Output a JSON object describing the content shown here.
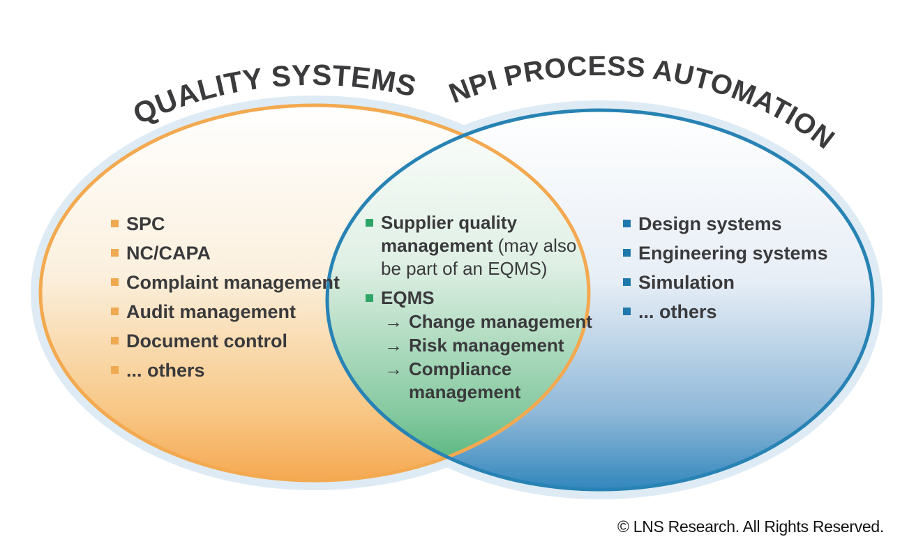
{
  "titles": {
    "left": "QUALITY SYSTEMS",
    "right": "NPI PROCESS AUTOMATION"
  },
  "left_list": {
    "items": [
      "SPC",
      "NC/CAPA",
      "Complaint management",
      "Audit management",
      "Document control",
      "... others"
    ]
  },
  "center_list": {
    "item1_lines": [
      {
        "bold": "Supplier quality",
        "normal": ""
      },
      {
        "bold": "management",
        "normal": " (may also"
      },
      {
        "bold": "",
        "normal": "be part of an EQMS)"
      }
    ],
    "item2": "EQMS",
    "arrow": "→",
    "subitems": [
      [
        "Change management"
      ],
      [
        "Risk management"
      ],
      [
        "Compliance",
        "management"
      ]
    ]
  },
  "right_list": {
    "items": [
      "Design systems",
      "Engineering systems",
      "Simulation",
      "... others"
    ]
  },
  "footer": {
    "text": "© LNS Research. All Rights Reserved."
  },
  "colors": {
    "title": "#3B3B3D",
    "text": "#3A3A3C",
    "footer_text": "#121212",
    "halo": "#DEEBF4",
    "left_stroke": "#F3A950",
    "right_stroke": "#2883B4",
    "bullet_left": "#EFA951",
    "bullet_center": "#2EA567",
    "bullet_right": "#1F78AC"
  },
  "gradients": {
    "left": [
      "#FFFFFF",
      "#FBF0DE",
      "#F8C989",
      "#F5A952"
    ],
    "right": [
      "#FFFFFF",
      "#E7EEF6",
      "#8FB8D8",
      "#3287BD"
    ],
    "overlap": [
      "#FDFEFD",
      "#E0F0E5",
      "#85C9A0",
      "#41AE6F"
    ]
  }
}
